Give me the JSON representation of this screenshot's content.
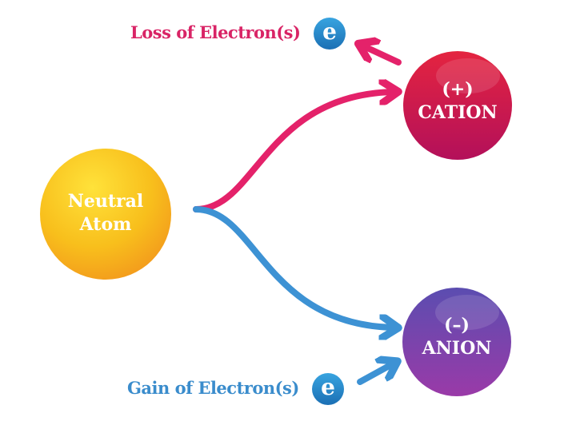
{
  "neutral": {
    "line1": "Neutral",
    "line2": "Atom"
  },
  "cation": {
    "sign": "(+)",
    "label": "CATION"
  },
  "anion": {
    "sign": "(–)",
    "label": "ANION"
  },
  "loss_label": "Loss of Electron(s)",
  "gain_label": "Gain of Electron(s)",
  "electron_symbol": "e",
  "colors": {
    "pink": "#e4226a",
    "blue": "#3d92d4",
    "yellow": "#f7c21b",
    "red": "#d21a47",
    "purple": "#7b3fa7"
  }
}
